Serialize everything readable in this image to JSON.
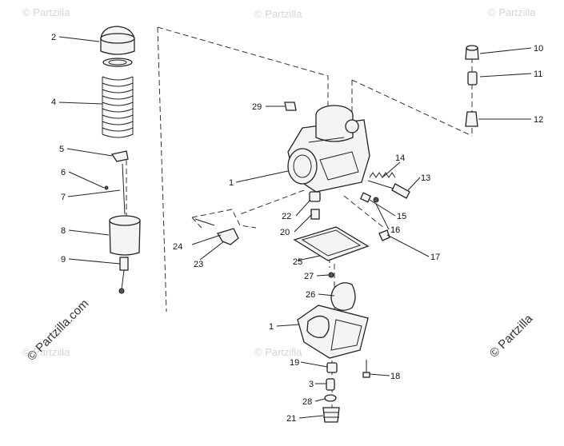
{
  "watermarks": [
    "© Partzilla",
    "© Partzilla",
    "© Partzilla",
    "© Partzilla",
    "© Partzilla"
  ],
  "brand_left": "© Partzilla.com",
  "brand_right": "© Partzilla",
  "labels": {
    "l1a": "1",
    "l1b": "1",
    "l2": "2",
    "l3": "3",
    "l4": "4",
    "l5": "5",
    "l6": "6",
    "l7": "7",
    "l8": "8",
    "l9": "9",
    "l10": "10",
    "l11": "11",
    "l12": "12",
    "l13": "13",
    "l14": "14",
    "l15": "15",
    "l16": "16",
    "l17": "17",
    "l18": "18",
    "l19": "19",
    "l20": "20",
    "l21": "21",
    "l22": "22",
    "l23": "23",
    "l24": "24",
    "l25": "25",
    "l26": "26",
    "l27": "27",
    "l28": "28",
    "l29": "29"
  }
}
